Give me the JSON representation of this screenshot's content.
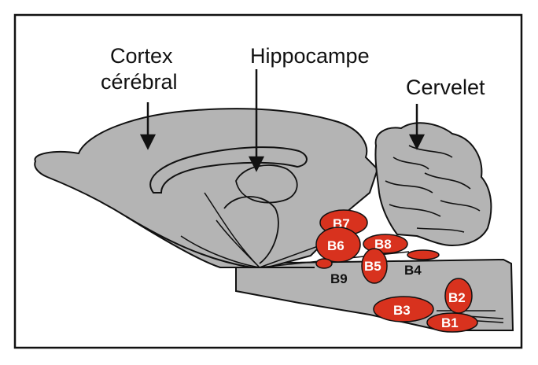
{
  "labels": {
    "cortex_line1": "Cortex",
    "cortex_line2": "cérébral",
    "hippocampe": "Hippocampe",
    "cervelet": "Cervelet"
  },
  "nuclei": {
    "b1": "B1",
    "b2": "B2",
    "b3": "B3",
    "b4": "B4",
    "b5": "B5",
    "b6": "B6",
    "b7": "B7",
    "b8": "B8",
    "b9": "B9"
  },
  "colors": {
    "brain_fill": "#b4b4b4",
    "nucleus_fill": "#d8321e",
    "outline": "#111111"
  }
}
